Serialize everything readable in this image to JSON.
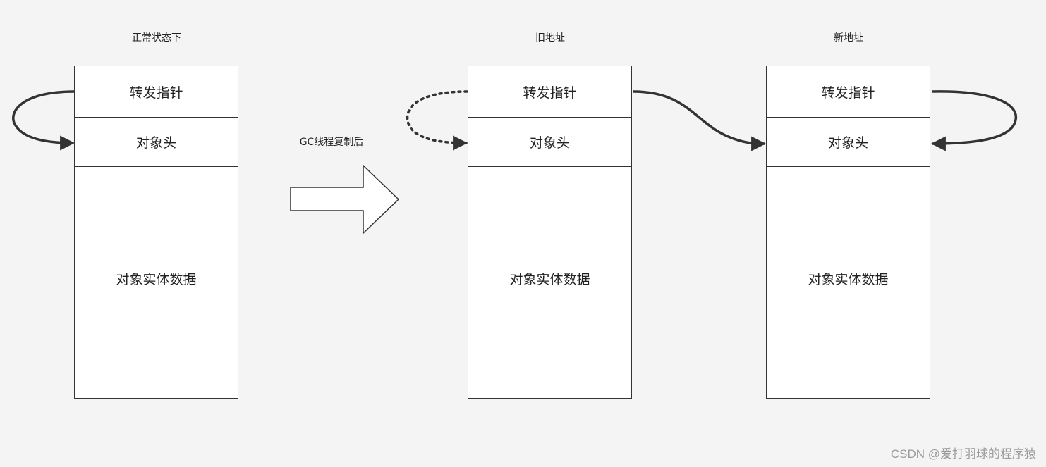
{
  "titles": {
    "normal": "正常状态下",
    "old": "旧地址",
    "new": "新地址"
  },
  "fields": {
    "forwarding_pointer": "转发指针",
    "object_header": "对象头",
    "object_data": "对象实体数据"
  },
  "transition_label": "GC线程复制后",
  "watermark": "CSDN @爱打羽球的程序猿",
  "colors": {
    "background": "#f4f4f4",
    "box_fill": "#ffffff",
    "stroke": "#333333",
    "watermark": "#9a9a9a"
  }
}
